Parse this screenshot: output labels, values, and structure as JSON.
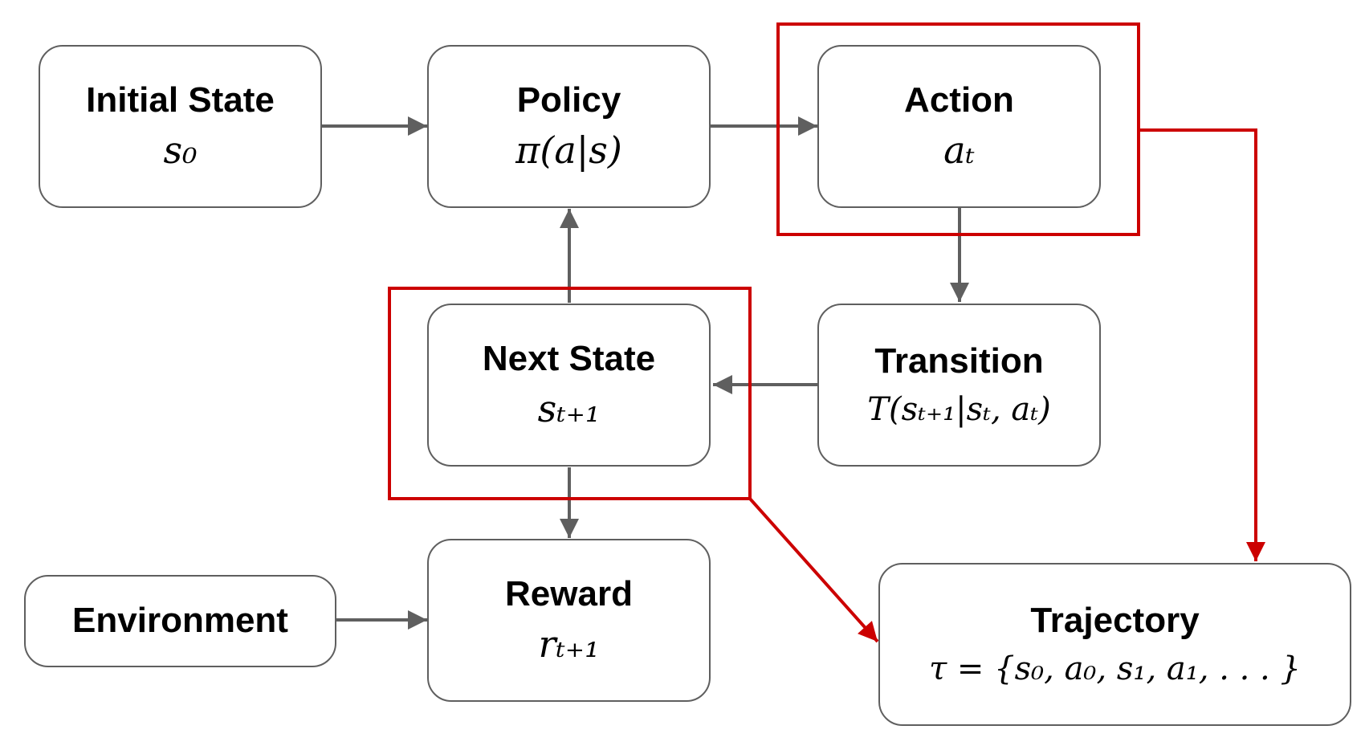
{
  "nodes": {
    "initial_state": {
      "title": "Initial State",
      "math": "s₀"
    },
    "policy": {
      "title": "Policy",
      "math": "π(a|s)"
    },
    "action": {
      "title": "Action",
      "math": "aₜ"
    },
    "next_state": {
      "title": "Next State",
      "math": "sₜ₊₁"
    },
    "transition": {
      "title": "Transition",
      "math": "T(sₜ₊₁|sₜ, aₜ)"
    },
    "environment": {
      "title": "Environment"
    },
    "reward": {
      "title": "Reward",
      "math": "rₜ₊₁"
    },
    "trajectory": {
      "title": "Trajectory",
      "math": "τ = {s₀, a₀, s₁, a₁, . . . }"
    }
  },
  "colors": {
    "node_border": "#5f5f5f",
    "arrow": "#5f5f5f",
    "highlight": "#cc0000"
  }
}
